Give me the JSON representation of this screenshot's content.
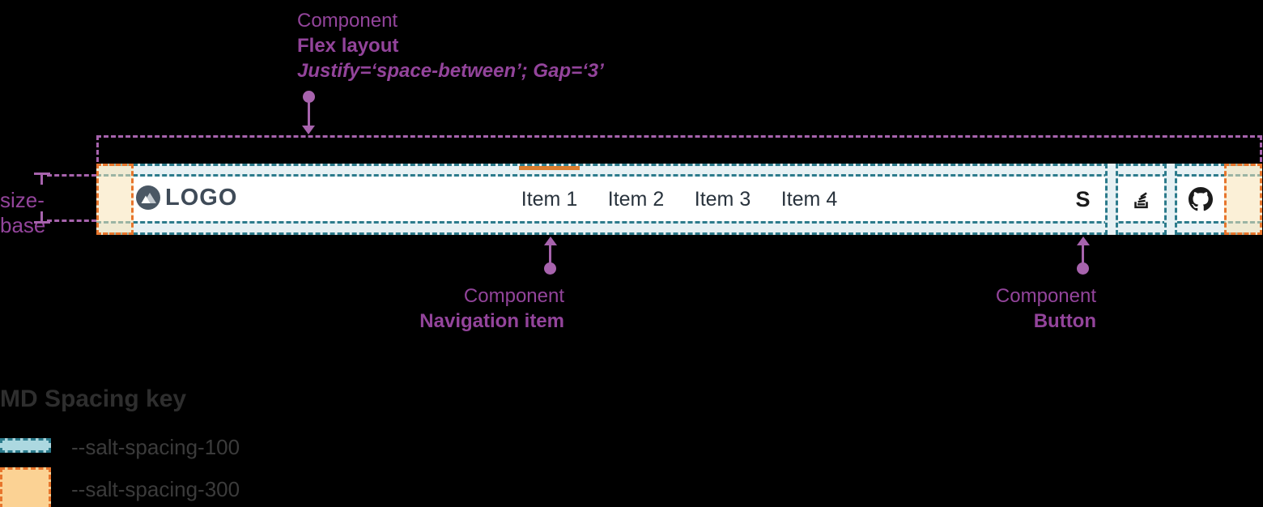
{
  "colors": {
    "purple-line": "#A763AD",
    "purple-text": "#93449B",
    "teal-border": "#2C7B8C",
    "teal-fill": "#E7F1F4",
    "teal-swatch": "#ACD8E0",
    "orange-border": "#E7752C",
    "orange-swatch": "#FBD294",
    "active-bar": "#DB7D2E",
    "item-text": "#29333D",
    "logo-text": "#3F4B58",
    "circle-bg": "#4A5764",
    "icon-black": "#1B1B1B"
  },
  "annotations": {
    "flex_layout": {
      "line1": "Component",
      "line2": "Flex layout",
      "line3": "Justify=‘space-between’; Gap=‘3’"
    },
    "navigation_item": {
      "line1": "Component",
      "line2": "Navigation item"
    },
    "button": {
      "line1": "Component",
      "line2": "Button"
    },
    "size_base_label": "size-base"
  },
  "header": {
    "logo_text": "LOGO",
    "logo_icon": "mountain-logo-icon",
    "nav_items": [
      {
        "label": "Item 1",
        "active": true
      },
      {
        "label": "Item 2",
        "active": false
      },
      {
        "label": "Item 3",
        "active": false
      },
      {
        "label": "Item 4",
        "active": false
      }
    ],
    "action_buttons": [
      {
        "label": "S",
        "icon": "s-letter-icon"
      },
      {
        "label": "",
        "icon": "stackoverflow-icon"
      },
      {
        "label": "",
        "icon": "github-icon"
      }
    ]
  },
  "legend": {
    "title": "MD Spacing key",
    "items": [
      {
        "swatch": "spacing-100",
        "label": "--salt-spacing-100"
      },
      {
        "swatch": "spacing-300",
        "label": "--salt-spacing-300"
      }
    ]
  }
}
